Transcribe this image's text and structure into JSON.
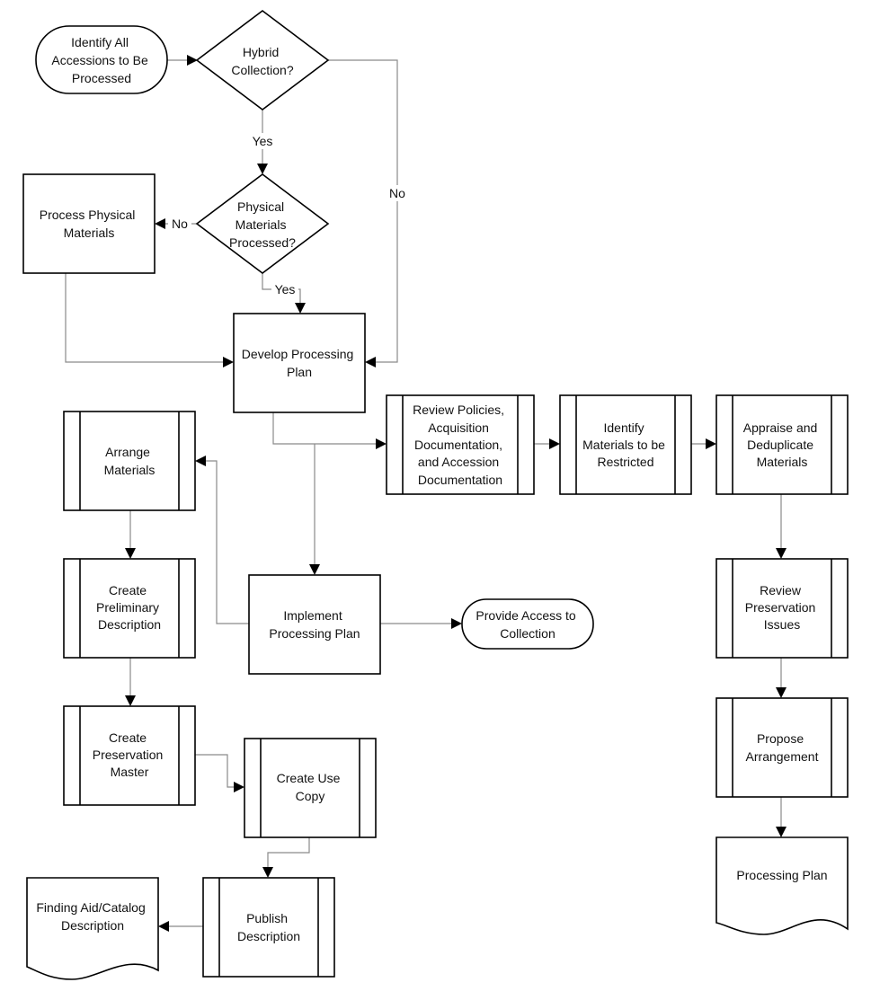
{
  "nodes": {
    "identify_accessions": [
      "Identify All",
      "Accessions to Be",
      "Processed"
    ],
    "hybrid_collection": [
      "Hybrid",
      "Collection?"
    ],
    "physical_processed": [
      "Physical",
      "Materials",
      "Processed?"
    ],
    "process_physical": [
      "Process Physical",
      "Materials"
    ],
    "develop_plan": [
      "Develop Processing",
      "Plan"
    ],
    "review_policies": [
      "Review Policies,",
      "Acquisition",
      "Documentation,",
      "and Accession",
      "Documentation"
    ],
    "identify_restricted": [
      "Identify",
      "Materials to be",
      "Restricted"
    ],
    "appraise": [
      "Appraise and",
      "Deduplicate",
      "Materials"
    ],
    "arrange": [
      "Arrange",
      "Materials"
    ],
    "implement_plan": [
      "Implement",
      "Processing Plan"
    ],
    "provide_access": [
      "Provide Access to",
      "Collection"
    ],
    "review_preservation": [
      "Review",
      "Preservation",
      "Issues"
    ],
    "preliminary_description": [
      "Create",
      "Preliminary",
      "Description"
    ],
    "preservation_master": [
      "Create",
      "Preservation",
      "Master"
    ],
    "use_copy": [
      "Create Use",
      "Copy"
    ],
    "propose_arrangement": [
      "Propose",
      "Arrangement"
    ],
    "processing_plan_doc": [
      "Processing Plan"
    ],
    "finding_aid": [
      "Finding Aid/Catalog",
      "Description"
    ],
    "publish_description": [
      "Publish",
      "Description"
    ]
  },
  "edges": {
    "yes_hybrid": "Yes",
    "no_hybrid": "No",
    "no_physical": "No",
    "yes_physical": "Yes"
  }
}
